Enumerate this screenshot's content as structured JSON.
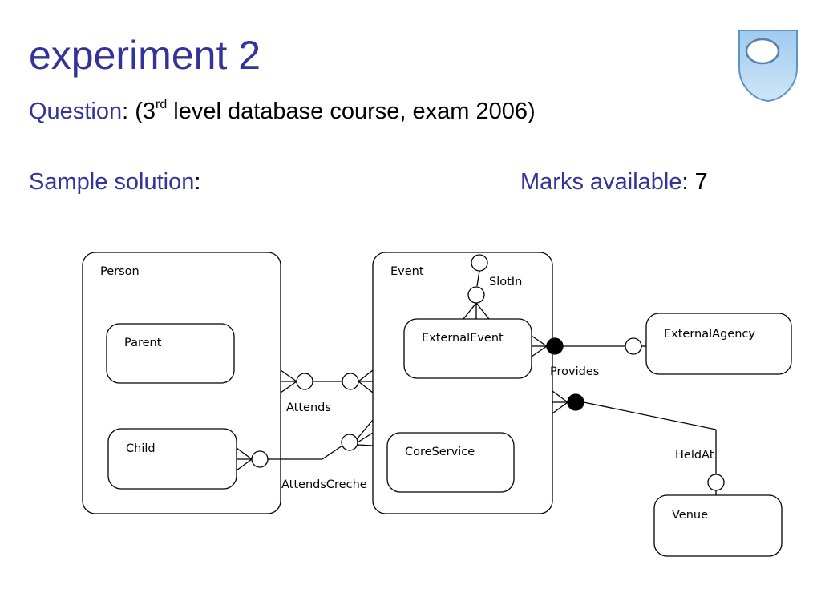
{
  "slide": {
    "title": "experiment 2",
    "question_label": "Question",
    "question_prefix": ": (3",
    "question_sup": "rd",
    "question_rest": " level database course, exam 2006)",
    "sample_label": "Sample solution",
    "sample_colon": ":",
    "marks_label": "Marks available",
    "marks_value": ": 7"
  },
  "diagram": {
    "entities": {
      "person": "Person",
      "parent": "Parent",
      "child": "Child",
      "event": "Event",
      "external_event": "ExternalEvent",
      "core_service": "CoreService",
      "external_agency": "ExternalAgency",
      "venue": "Venue"
    },
    "relationships": {
      "slot_in": "SlotIn",
      "attends": "Attends",
      "attends_creche": "AttendsCreche",
      "provides": "Provides",
      "held_at": "HeldAt"
    }
  },
  "logo": {
    "name": "university-shield-logo",
    "color": "#7fb6e2"
  }
}
